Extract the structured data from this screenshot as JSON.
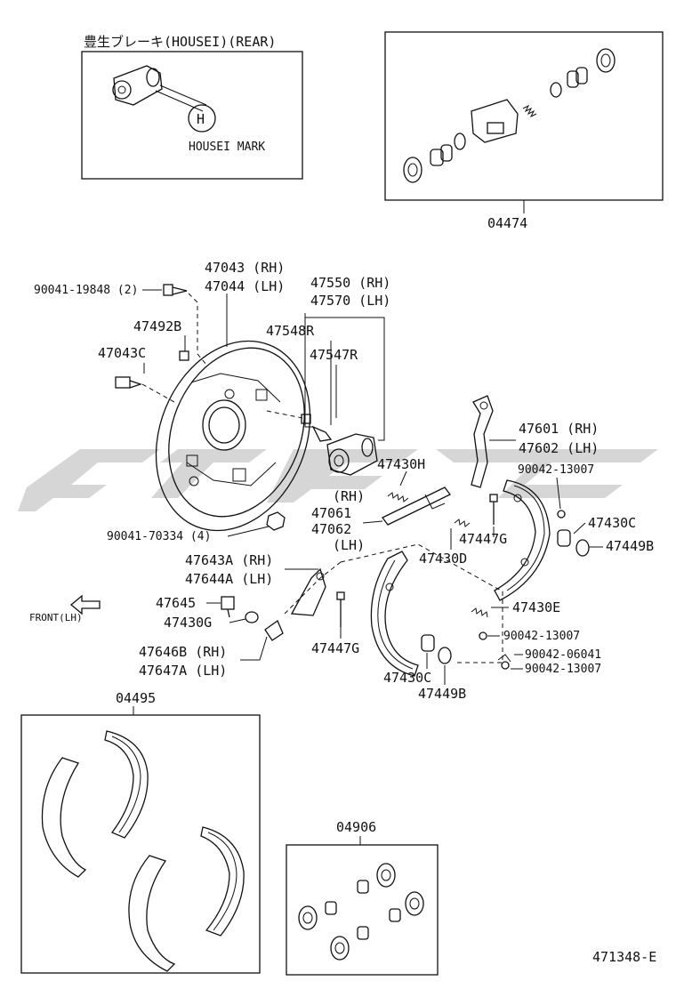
{
  "header": {
    "housei_title": "豊生ブレーキ(HOUSEI)(REAR)",
    "housei_mark": "HOUSEI MARK",
    "mark_glyph": "H"
  },
  "kits": {
    "wheel_cylinder_kit": "04474",
    "shoe_kit": "04495",
    "cup_kit": "04906"
  },
  "labels": {
    "bolt_backing": "90041-19848 (2)",
    "backing_plate_rh": "47043 (RH)",
    "backing_plate_lh": "47044 (LH)",
    "cylinder_rh": "47550 (RH)",
    "cylinder_lh": "47570 (LH)",
    "plug_47492b": "47492B",
    "part_47548r": "47548R",
    "part_47043c": "47043C",
    "part_47547r": "47547R",
    "lever_rh": "47601 (RH)",
    "lever_lh": "47602 (LH)",
    "spring_47430h": "47430H",
    "washer_90042_top": "90042-13007",
    "strut_rh_tag": "(RH)",
    "strut_rh": "47061",
    "strut_lh": "47062",
    "strut_lh_tag": "(LH)",
    "part_47430c_right": "47430C",
    "bolt_90041_70334": "90041-70334 (4)",
    "part_47447g_right": "47447G",
    "part_47449b_right": "47449B",
    "part_47430d": "47430D",
    "adjuster_rh": "47643A (RH)",
    "adjuster_lh": "47644A (LH)",
    "front_lh": "FRONT(LH)",
    "part_47645": "47645",
    "part_47430e": "47430E",
    "part_47430g": "47430G",
    "washer_90042_mid": "90042-13007",
    "part_90042_06041": "90042-06041",
    "washer_90042_bottom": "90042-13007",
    "part_47646b": "47646B (RH)",
    "part_47647a": "47647A (LH)",
    "part_47447g_center": "47447G",
    "part_47430c_bottom": "47430C",
    "part_47449b_bottom": "47449B"
  },
  "footer": {
    "diagram_code": "471348-E"
  }
}
